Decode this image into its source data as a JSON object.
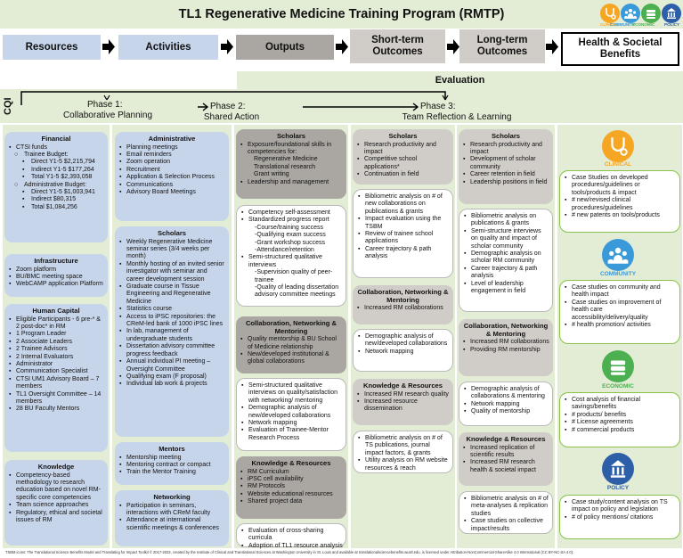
{
  "title": "TL1 Regenerative Medicine Training Program (RMTP)",
  "domain_icons": [
    {
      "label": "CLINICAL",
      "color": "#f5a623",
      "icon": "stethoscope-icon"
    },
    {
      "label": "COMMUNITY",
      "color": "#3a9ad9",
      "icon": "people-icon"
    },
    {
      "label": "ECONOMIC",
      "color": "#4caf50",
      "icon": "money-icon"
    },
    {
      "label": "POLICY",
      "color": "#2d5fa8",
      "icon": "capitol-icon"
    }
  ],
  "flow": {
    "resources": "Resources",
    "activities": "Activities",
    "outputs": "Outputs",
    "short_term": "Short-term Outcomes",
    "long_term": "Long-term Outcomes",
    "benefits": "Health & Societal Benefits"
  },
  "evaluation": "Evaluation",
  "cqi": "CQI",
  "phases": {
    "p1": "Phase 1:",
    "p1_sub": "Collaborative Planning",
    "p2": "Phase 2:",
    "p2_sub": "Shared Action",
    "p3": "Phase 3:",
    "p3_sub": "Team Reflection & Learning"
  },
  "resources": {
    "financial": {
      "title": "Financial",
      "items": [
        {
          "level": 0,
          "text": "CTSI funds"
        },
        {
          "level": 1,
          "text": "Trainee Budget:"
        },
        {
          "level": 2,
          "text": "Direct Y1-5 $2,215,794"
        },
        {
          "level": 2,
          "text": "Indirect Y1-5 $177,264"
        },
        {
          "level": 2,
          "text": "Total Y1-5 $2,393,058"
        },
        {
          "level": 1,
          "text": "Administrative Budget:"
        },
        {
          "level": 2,
          "text": "Direct Y1-5 $1,003,941"
        },
        {
          "level": 2,
          "text": "Indirect $80,315"
        },
        {
          "level": 2,
          "text": "Total $1,084,256"
        }
      ]
    },
    "infrastructure": {
      "title": "Infrastructure",
      "items": [
        "Zoom platform",
        "BU/BMC meeting space",
        "WebCAMP application Platform"
      ]
    },
    "human_capital": {
      "title": "Human Capital",
      "items": [
        "Eligible Participants - 6 pre-* & 2 post-doc* in RM",
        "1 Program Leader",
        "2 Associate Leaders",
        "2 Trainee Advisors",
        "2 Internal Evaluators",
        "Administrator",
        "Communication Specialist",
        "CTSI UM1 Advisory Board – 7 members",
        "TL1 Oversight Committee – 14 members",
        "28 BU Faculty Mentors"
      ]
    },
    "knowledge": {
      "title": "Knowledge",
      "items": [
        "Competency-based methodology to research education based on novel RM-specific core competencies",
        "Team science approaches",
        "Regulatory, ethical and societal issues of RM"
      ]
    }
  },
  "activities": {
    "administrative": {
      "title": "Administrative",
      "items": [
        "Planning meetings",
        "Email reminders",
        "Zoom operation",
        "Recruitment",
        "Application & Selection Process",
        "Communications",
        "Advisory Board Meetings"
      ]
    },
    "scholars": {
      "title": "Scholars",
      "items": [
        "Weekly Regenerative Medicine seminar series (3/4 weeks per month)",
        "Monthly hosting of an invited senior investigator with seminar and career development session",
        "Graduate course in Tissue Engineering and Regenerative Medicine",
        "Statistics course",
        "Access to iPSC repositories: the CReM-led bank of 1000 iPSC lines",
        "In lab, management of undergraduate students",
        "Dissertation advisory committee progress feedback",
        "Annual individual PI meeting – Oversight Committee",
        "Qualifying exam (F proposal)",
        "Individual lab work & projects"
      ]
    },
    "mentors": {
      "title": "Mentors",
      "items": [
        "Mentorship meeting",
        "Mentoring contract or compact",
        "Train the Mentor Training"
      ]
    },
    "networking": {
      "title": "Networking",
      "items": [
        "Participation in seminars, interactions with CReM faculty",
        "Attendance at international scientific meetings & conferences"
      ]
    }
  },
  "outputs": {
    "scholars": {
      "title": "Scholars",
      "items": [
        {
          "level": 0,
          "text": "Exposure/foundational skills in competencies for:"
        },
        {
          "level": 3,
          "text": "Regenerative Medicine"
        },
        {
          "level": 3,
          "text": "Translational research"
        },
        {
          "level": 3,
          "text": "Grant writing"
        },
        {
          "level": 0,
          "text": "Leadership and management"
        }
      ]
    },
    "scholars_eval": [
      {
        "level": 0,
        "text": "Competency self-assessment"
      },
      {
        "level": 0,
        "text": "Standardized progress report"
      },
      {
        "level": 3,
        "text": "-Course/training success"
      },
      {
        "level": 3,
        "text": "-Qualifying exam success"
      },
      {
        "level": 3,
        "text": "-Grant workshop success"
      },
      {
        "level": 3,
        "text": "-Attendance/retention"
      },
      {
        "level": 0,
        "text": "Semi-structured qualitative interviews"
      },
      {
        "level": 3,
        "text": "-Supervision quality of peer-trainee"
      },
      {
        "level": 3,
        "text": "-Quality of leading dissertation advisory committee meetings"
      }
    ],
    "collab": {
      "title": "Collaboration, Networking & Mentoring",
      "items": [
        "Quality mentorship & BU School of Medicine relationship",
        "New/developed institutional & global collaborations"
      ]
    },
    "collab_eval": [
      "Semi-structured qualitative interviews on quality/satisfaction with networking/ mentoring",
      "Demographic analysis of new/developed collaborations",
      "Network mapping",
      "Evaluation of Trainee-Mentor Research Process"
    ],
    "knowledge": {
      "title": "Knowledge & Resources",
      "items": [
        "RM Curriculum",
        "iPSC cell availability",
        "RM Protocols",
        "Website educational resources",
        "Shared project data"
      ]
    },
    "knowledge_eval": [
      "Evaluation of cross-sharing curricula",
      "Adoption of TL1 resource analysis"
    ]
  },
  "short_term": {
    "scholars": {
      "title": "Scholars",
      "items": [
        "Research productivity and impact",
        "Competitive school applications*",
        "Continuation in field"
      ]
    },
    "scholars_eval": [
      "Bibliometric analysis on # of new collaborations on publications & grants",
      "Impact evaluation using the TSBM",
      "Review of trainee school applications",
      "Career trajectory & path analysis"
    ],
    "collab": {
      "title": "Collaboration, Networking & Mentoring",
      "items": [
        "Increased RM collaborations"
      ]
    },
    "collab_eval": [
      "Demographic analysis of new/developed collaborations",
      "Network mapping"
    ],
    "knowledge": {
      "title": "Knowledge & Resources",
      "items": [
        "Increased RM research quality",
        "Increased resource dissemination"
      ]
    },
    "knowledge_eval": [
      "Bibliometric analysis on # of TS publications, journal impact factors, & grants",
      "Utility analysis on RM website resources & reach"
    ]
  },
  "long_term": {
    "scholars": {
      "title": "Scholars",
      "items": [
        "Research productivity and impact",
        "Development of scholar community",
        "Career retention in field",
        "Leadership positions in field"
      ]
    },
    "scholars_eval": [
      "Bibliometric analysis on publications & grants",
      "Semi-structure interviews on quality and impact of scholar community",
      "Demographic analysis on scholar RM community",
      "Career trajectory & path analysis",
      "Level of leadership engagement in field"
    ],
    "collab": {
      "title": "Collaboration, Networking & Mentoring",
      "items": [
        "Increased RM collaborations",
        "Providing RM mentorship"
      ]
    },
    "collab_eval": [
      "Demographic analysis of collaborations & mentoring",
      "Network mapping",
      "Quality of mentorship"
    ],
    "knowledge": {
      "title": "Knowledge & Resources",
      "items": [
        "Increased replication of scientific results",
        "Increased RM research health & societal impact"
      ]
    },
    "knowledge_eval": [
      "Bibliometric analysis on # of meta-analyses & replication studies",
      "Case studies on collective impact/results"
    ]
  },
  "benefits": {
    "clinical": {
      "label": "CLINICAL",
      "items": [
        "Case Studies on developed procedures/guidelines or tools/products & impact",
        "# new/revised clinical procedures/guidelines",
        "# new patents on tools/products"
      ]
    },
    "community": {
      "label": "COMMUNITY",
      "items": [
        "Case studies on community and health impact",
        "Case studies on improvement of health care accessibility/delivery/quality",
        "# health promotion/ activities"
      ]
    },
    "economic": {
      "label": "ECONOMIC",
      "items": [
        "Cost analysis of financial savings/benefits",
        "# products/ benefits",
        "# License agreements",
        "# commercial products"
      ]
    },
    "policy": {
      "label": "POLICY",
      "items": [
        "Case study/content analysis on TS impact on policy and legislation",
        "# of policy mentions/ citations"
      ]
    }
  },
  "footer": "TSBM icons: The Translational Science Benefits Model and Translating for Impact Toolkit © 2017-2023, created by the Institute of Clinical and Translational Sciences at Washington University in St. Louis and available at translationalsciencebenefits.wustl.edu, is licensed under Attribution-NonCommercial-ShareAlike 4.0 International (CC BY-NC-SA 4.0)."
}
